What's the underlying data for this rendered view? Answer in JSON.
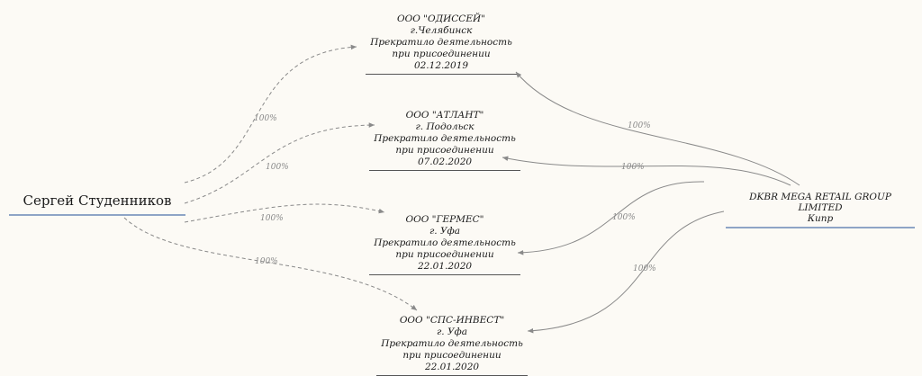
{
  "person": {
    "name": "Сергей Студенников"
  },
  "owner": {
    "name": "DKBR MEGA RETAIL GROUP LIMITED",
    "country": "Кипр"
  },
  "companies": [
    {
      "name": "ООО \"ОДИССЕЙ\"",
      "city": "г.Челябинск",
      "status": "Прекратило деятельность",
      "reason": "при присоединении 02.12.2019"
    },
    {
      "name": "ООО \"АТЛАНТ\"",
      "city": "г. Подольск",
      "status": "Прекратило деятельность",
      "reason": "при присоединении 07.02.2020"
    },
    {
      "name": "ООО \"ГЕРМЕС\"",
      "city": "г. Уфа",
      "status": "Прекратило деятельность",
      "reason": "при присоединении 22.01.2020"
    },
    {
      "name": "ООО \"СПС-ИНВЕСТ\"",
      "city": "г. Уфа",
      "status": "Прекратило деятельность",
      "reason": "при присоединении 22.01.2020"
    }
  ],
  "edges": {
    "person_share_label": "100%",
    "owner_share_label": "100%"
  },
  "colors": {
    "background": "#fcfaf5",
    "edge": "#8a8a8a",
    "node_underline": "#555555",
    "primary_underline": "#8ea4c6"
  }
}
